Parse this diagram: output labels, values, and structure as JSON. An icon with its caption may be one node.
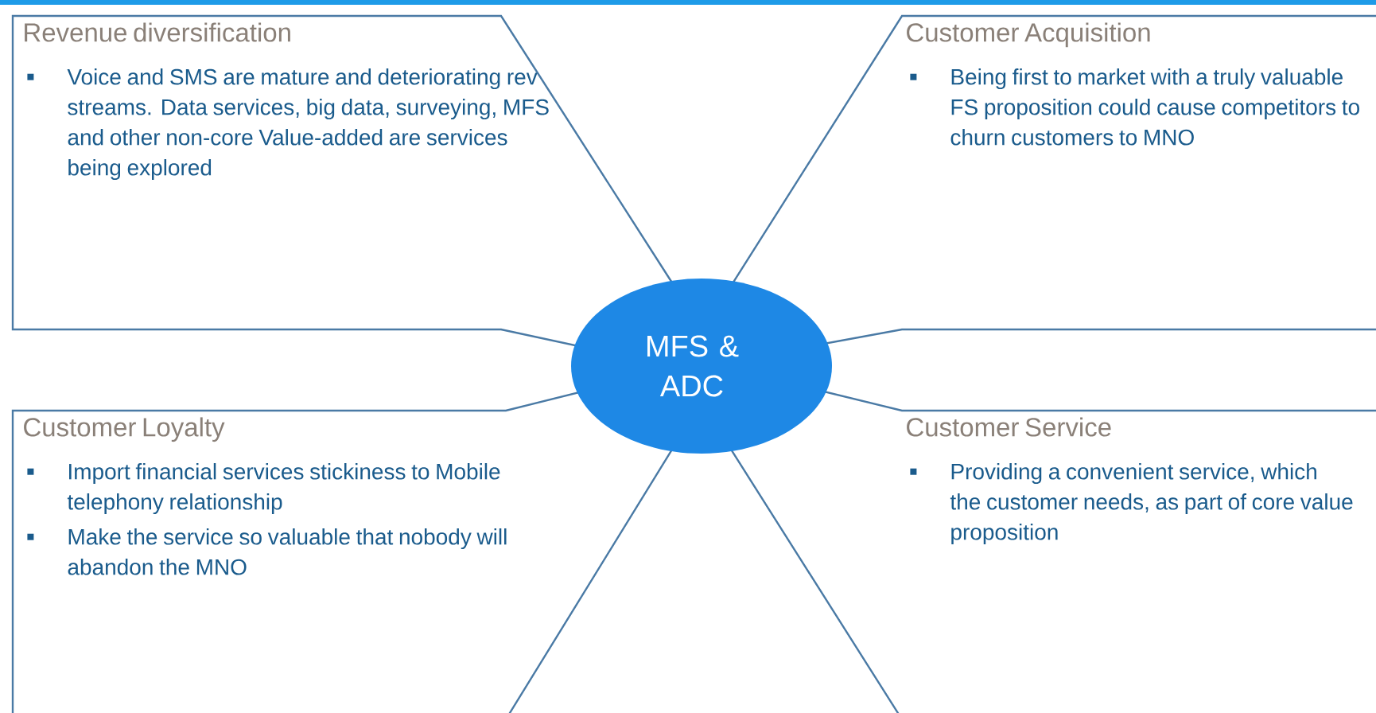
{
  "diagram": {
    "nodes": [
      {
        "text": [
          "Revenue diversification",
          "Voice and SMS are mature and deteriorating rev streams.  Data services, big data, surveying, MFS and other non-core Value-added are services being explored"
        ]
      },
      {
        "text": [
          "Customer Acquisition",
          "Being first to market with a truly valuable FS proposition could cause competitors to churn customers to MNO"
        ]
      },
      {
        "text": [
          "MFS & ADC"
        ]
      },
      {
        "text": [
          "Customer Loyalty",
          "Import financial services stickiness to Mobile telephony relationship",
          "Make the service so valuable that nobody will abandon the MNO"
        ]
      },
      {
        "text": [
          "Customer Service",
          "Providing a convenient service, which the customer needs, as part of core value proposition"
        ]
      }
    ]
  }
}
